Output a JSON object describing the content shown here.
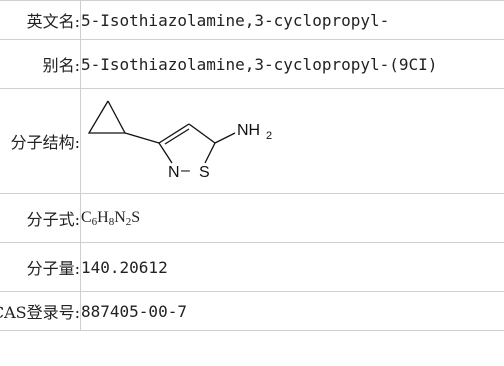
{
  "rows": {
    "english_name": {
      "label": "英文名:",
      "value": "5-Isothiazolamine,3-cyclopropyl-"
    },
    "alias": {
      "label": "别名:",
      "value": "5-Isothiazolamine,3-cyclopropyl-(9CI)"
    },
    "structure": {
      "label": "分子结构:",
      "atoms": {
        "amine": "NH",
        "amine_sub": "2",
        "n_atom": "N",
        "s_atom": "S",
        "bond": "–"
      }
    },
    "formula": {
      "label": "分子式:",
      "parts": [
        {
          "t": "C",
          "s": "6"
        },
        {
          "t": "H",
          "s": "8"
        },
        {
          "t": "N",
          "s": "2"
        },
        {
          "t": "S",
          "s": ""
        }
      ]
    },
    "weight": {
      "label": "分子量:",
      "value": "140.20612"
    },
    "cas": {
      "label": "CAS登录号:",
      "value": "887405-00-7"
    }
  }
}
